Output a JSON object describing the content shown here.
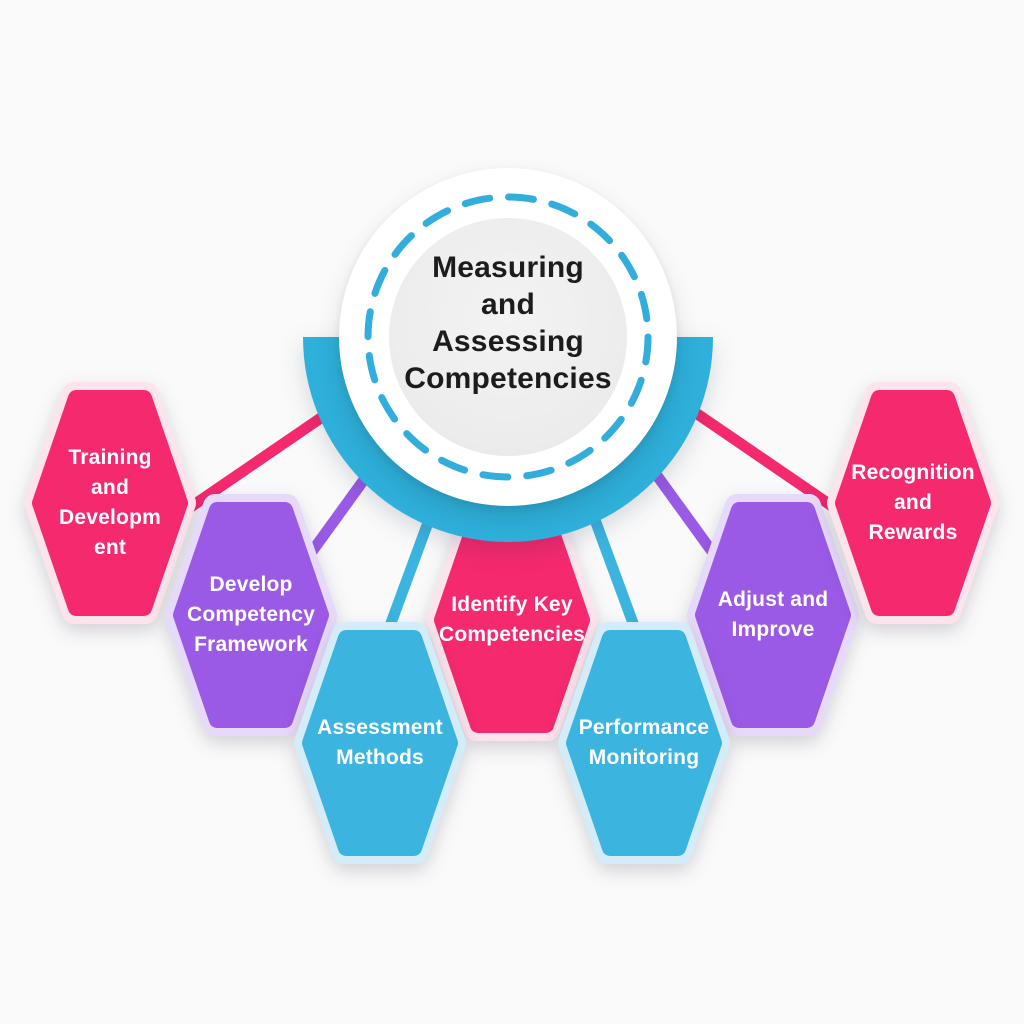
{
  "title": {
    "text": "Measuring and Assessing Competencies",
    "lines": [
      "Measuring",
      "and",
      "Assessing",
      "Competencies"
    ]
  },
  "hexagons": [
    {
      "label": "Training and Development",
      "lines": [
        "Training",
        "and",
        "Developm",
        "ent"
      ],
      "color": "pink"
    },
    {
      "label": "Develop Competency Framework",
      "lines": [
        "Develop",
        "Competency",
        "Framework"
      ],
      "color": "purple"
    },
    {
      "label": "Assessment Methods",
      "lines": [
        "Assessment",
        "Methods"
      ],
      "color": "blue"
    },
    {
      "label": "Identify Key Competencies",
      "lines": [
        "Identify Key",
        "Competencies"
      ],
      "color": "pink"
    },
    {
      "label": "Performance Monitoring",
      "lines": [
        "Performance",
        "Monitoring"
      ],
      "color": "blue"
    },
    {
      "label": "Adjust and Improve",
      "lines": [
        "Adjust and",
        "Improve"
      ],
      "color": "purple"
    },
    {
      "label": "Recognition and Rewards",
      "lines": [
        "Recognition",
        "and",
        "Rewards"
      ],
      "color": "pink"
    }
  ],
  "colors": {
    "background": "#FAFAFA",
    "pink": "#F5296E",
    "pink-border": "#FCE4ED",
    "purple": "#9A5AE6",
    "purple-border": "#E7D9F9",
    "blue": "#3CB4E0",
    "blue-border": "#D4ECF7",
    "semicircle": "#2EB0DA",
    "dash-ring": "#33ADDC",
    "inner-circle": "#ECECEC",
    "circle": "#FFFFFF",
    "title-text": "#1C1C1C",
    "hex-text": "#FFFFFF"
  }
}
